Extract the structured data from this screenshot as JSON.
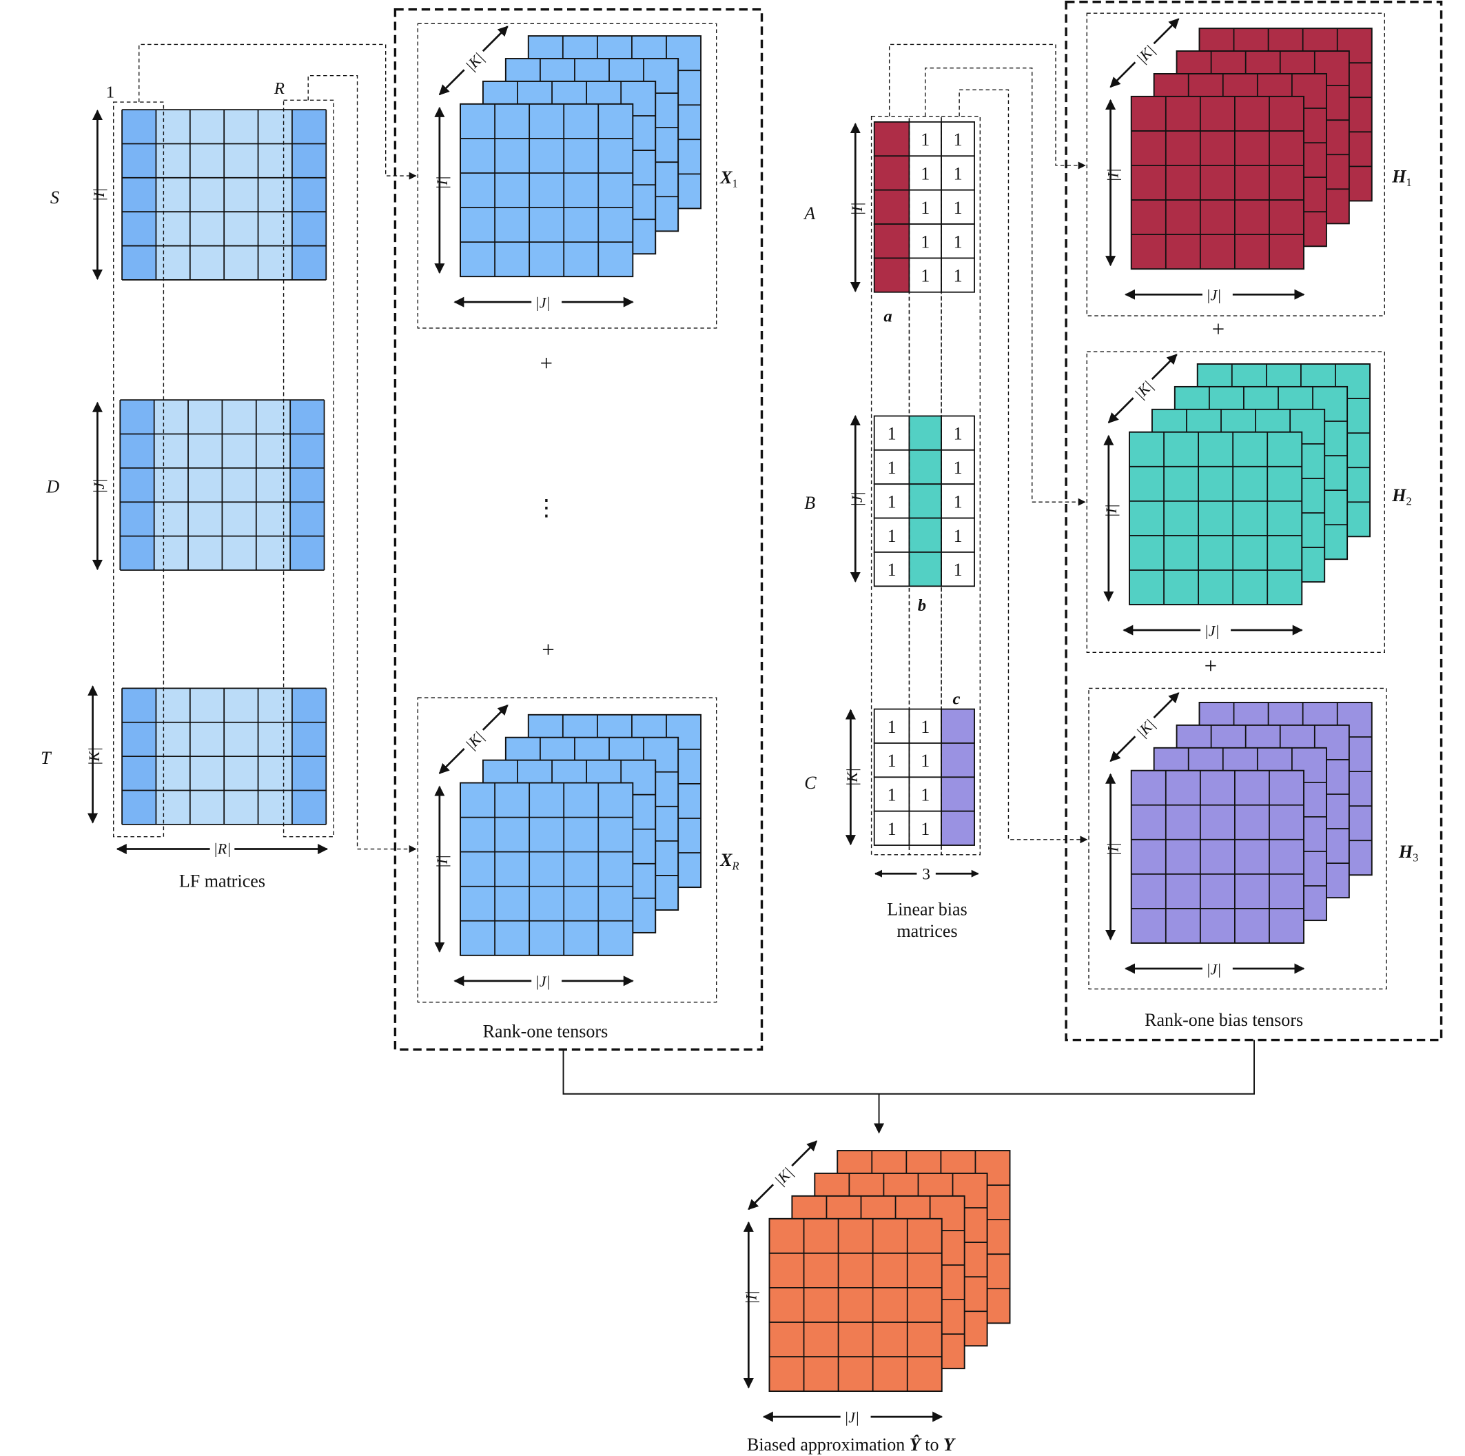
{
  "colors": {
    "lf_dark": "#7ab4f5",
    "lf_light": "#bbdcf8",
    "tensor_x": "#82bdf9",
    "h1": "#ae2d47",
    "h2": "#53d0c4",
    "h3": "#9a92e2",
    "output": "#f07c52",
    "line": "#111111"
  },
  "lf_matrices": {
    "caption": "LF matrices",
    "col_first_label": "1",
    "col_last_label": "R",
    "width_label": "|R|",
    "matrices": [
      {
        "name": "S",
        "dim_label": "|I|"
      },
      {
        "name": "D",
        "dim_label": "|J|"
      },
      {
        "name": "T",
        "dim_label": "|K|"
      }
    ]
  },
  "rank_one": {
    "caption": "Rank-one tensors",
    "plus_sign": "+",
    "ellipsis": "⋮",
    "tensors": [
      {
        "name": "X",
        "sub": "1",
        "i_label": "|I|",
        "j_label": "|J|",
        "k_label": "|K|"
      },
      {
        "name": "X",
        "sub": "R",
        "i_label": "|I|",
        "j_label": "|J|",
        "k_label": "|K|"
      }
    ]
  },
  "linear_bias": {
    "caption_line1": "Linear bias",
    "caption_line2": "matrices",
    "ones": "1",
    "width_label": "3",
    "matrices": [
      {
        "name": "A",
        "dim_label": "|I|",
        "vector": "a"
      },
      {
        "name": "B",
        "dim_label": "|J|",
        "vector": "b"
      },
      {
        "name": "C",
        "dim_label": "|K|",
        "vector": "c"
      }
    ]
  },
  "bias_tensors": {
    "caption": "Rank-one bias tensors",
    "plus_sign": "+",
    "tensors": [
      {
        "name": "H",
        "sub": "1",
        "i_label": "|I|",
        "j_label": "|J|",
        "k_label": "|K|"
      },
      {
        "name": "H",
        "sub": "2",
        "i_label": "|I|",
        "j_label": "|J|",
        "k_label": "|K|"
      },
      {
        "name": "H",
        "sub": "3",
        "i_label": "|I|",
        "j_label": "|J|",
        "k_label": "|K|"
      }
    ]
  },
  "output": {
    "caption_prefix": "Biased approximation ",
    "caption_yhat": "Ŷ",
    "caption_to": " to ",
    "caption_y": "Y",
    "i_label": "|I|",
    "j_label": "|J|",
    "k_label": "|K|"
  }
}
